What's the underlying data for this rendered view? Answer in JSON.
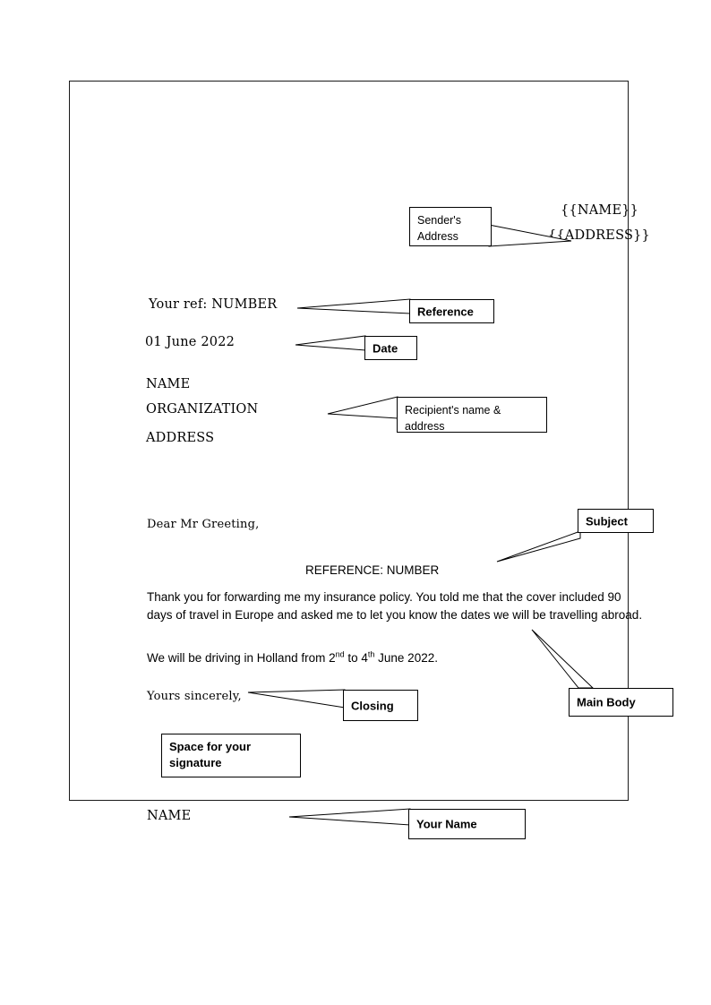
{
  "document": {
    "type": "business-letter-template-diagram",
    "border_color": "#1a1a1a",
    "background": "#ffffff"
  },
  "letter": {
    "sender": {
      "name_placeholder": "{{NAME}}",
      "address_placeholder": "{{ADDRESS}}"
    },
    "your_ref": "Your ref: NUMBER",
    "date": "01 June 2022",
    "recipient": {
      "name": "NAME",
      "organization": "ORGANIZATION",
      "address": "ADDRESS"
    },
    "salutation": "Dear Mr Greeting,",
    "subject_line": "REFERENCE: NUMBER",
    "body": {
      "paragraph_1": "Thank you for forwarding me my insurance policy. You told me that the cover included 90 days of travel in Europe and asked me to let you know the dates we will be travelling abroad.",
      "paragraph_2_before": "We will be driving in Holland from 2",
      "paragraph_2_sup_1": "nd",
      "paragraph_2_middle": " to 4",
      "paragraph_2_sup_2": "th",
      "paragraph_2_after": " June 2022."
    },
    "closing": "Yours sincerely,",
    "signature_name": "NAME"
  },
  "callouts": {
    "sender_address": "Sender's\nAddress",
    "reference": "Reference",
    "date": "Date",
    "recipient": "Recipient's name &\naddress",
    "subject": "Subject",
    "main_body": "Main Body",
    "closing": "Closing",
    "signature_space": "Space for your\nsignature",
    "your_name": "Your  Name"
  }
}
